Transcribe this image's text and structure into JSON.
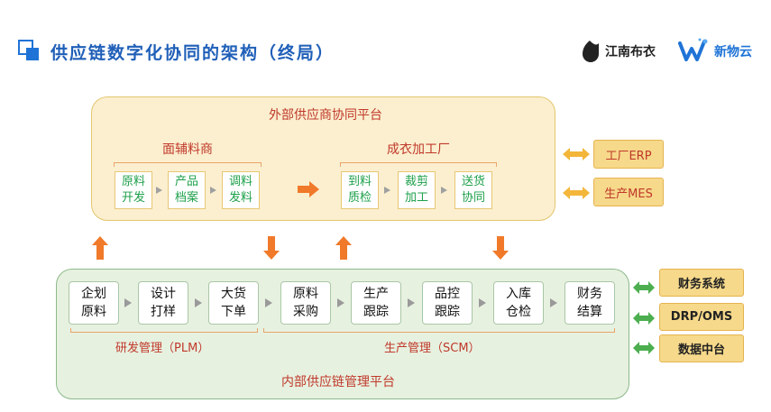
{
  "header": {
    "title": "供应链数字化协同的架构（终局）",
    "brand_left": "江南布衣",
    "brand_right": "新物云"
  },
  "outer_platform": {
    "title": "外部供应商协同平台",
    "groups": [
      {
        "title": "面辅料商",
        "steps": [
          [
            "原料",
            "开发"
          ],
          [
            "产品",
            "档案"
          ],
          [
            "调料",
            "发料"
          ]
        ]
      },
      {
        "title": "成衣加工厂",
        "steps": [
          [
            "到料",
            "质检"
          ],
          [
            "裁剪",
            "加工"
          ],
          [
            "送货",
            "协同"
          ]
        ]
      }
    ],
    "external_systems": [
      "工厂ERP",
      "生产MES"
    ]
  },
  "inner_platform": {
    "title": "内部供应链管理平台",
    "steps": [
      [
        "企划",
        "原料"
      ],
      [
        "设计",
        "打样"
      ],
      [
        "大货",
        "下单"
      ],
      [
        "原料",
        "采购"
      ],
      [
        "生产",
        "跟踪"
      ],
      [
        "品控",
        "跟踪"
      ],
      [
        "入库",
        "仓检"
      ],
      [
        "财务",
        "结算"
      ]
    ],
    "group_labels": [
      "研发管理（PLM）",
      "生产管理（SCM）"
    ],
    "external_systems": [
      "财务系统",
      "DRP/OMS",
      "数据中台"
    ]
  },
  "colors": {
    "title_blue": "#1f5fb8",
    "arrow_orange": "#f07a2a",
    "arrow_green": "#4cae4f",
    "label_red": "#c0392b",
    "step_green_text": "#1ea04a"
  }
}
